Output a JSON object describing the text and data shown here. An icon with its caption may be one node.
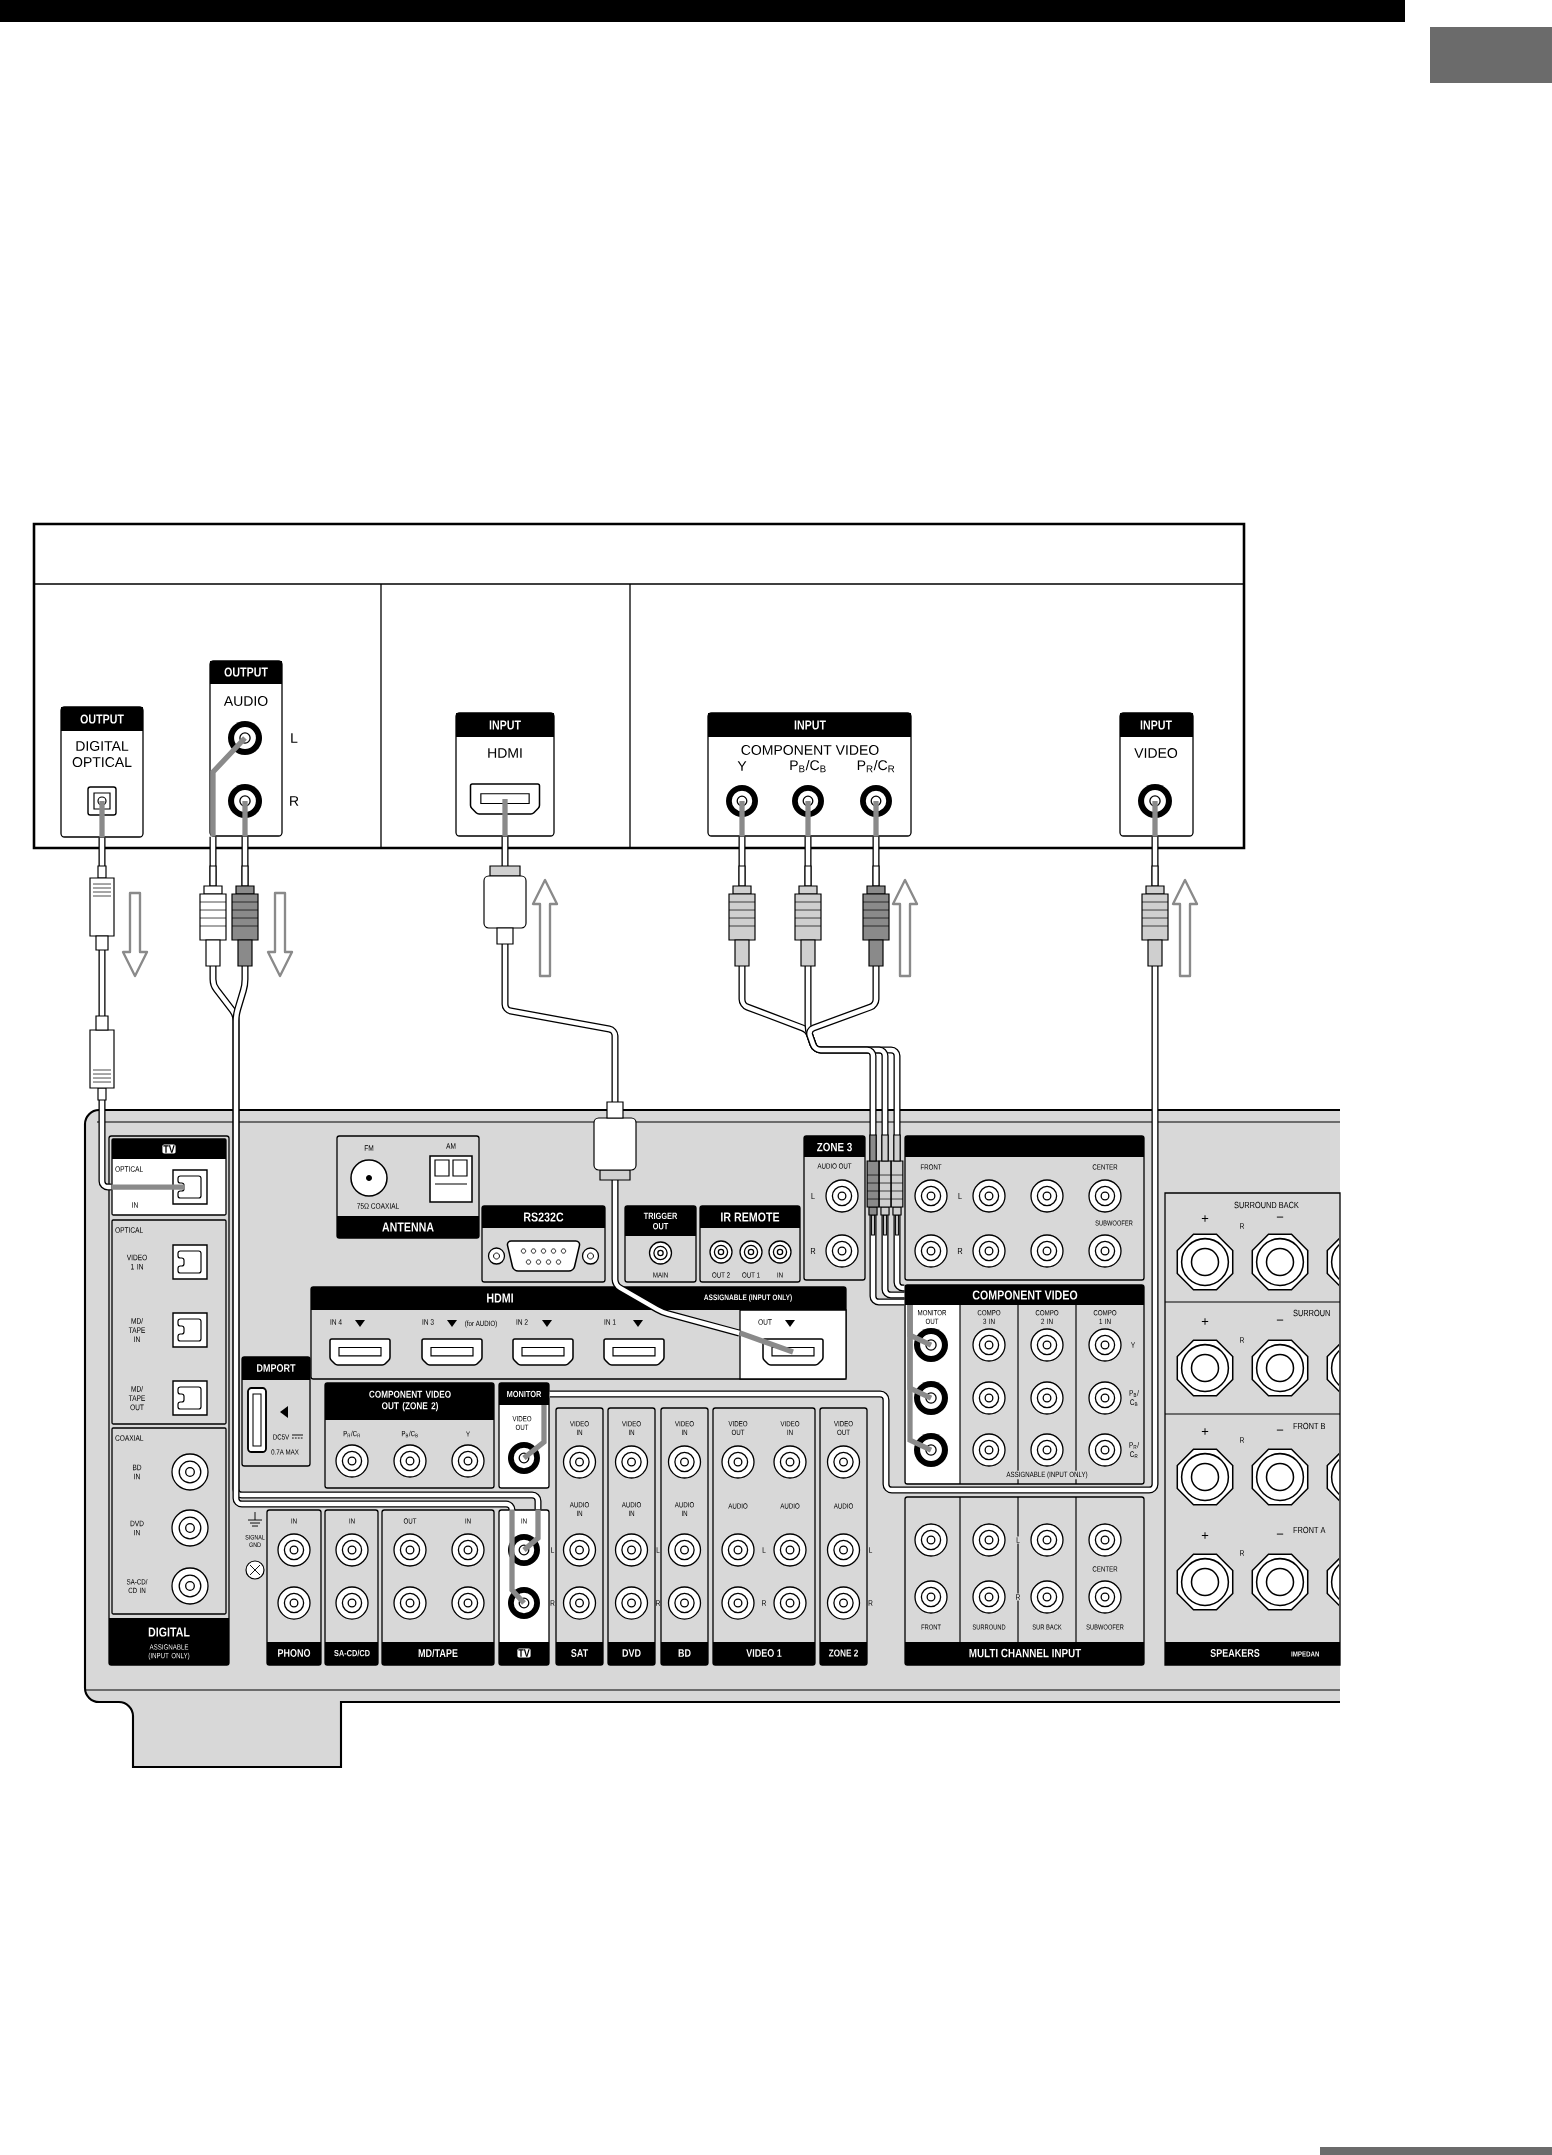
{
  "diagram": {
    "nodes": [
      {
        "text": [
          "OUTPUT",
          "DIGITAL OPTICAL"
        ]
      },
      {
        "text": [
          "OUTPUT",
          "AUDIO"
        ],
        "beside": [
          "L",
          "R"
        ]
      },
      {
        "text": [
          "INPUT",
          "HDMI"
        ]
      },
      {
        "text": [
          "INPUT",
          "COMPONENT VIDEO",
          "Y",
          "P$_{B}$/C$_{B}$",
          "P$_{R}$/C$_{R}$"
        ]
      },
      {
        "text": [
          "INPUT",
          "VIDEO"
        ]
      },
      {
        "text": [
          "DIGITAL",
          "ASSIGNABLE (INPUT ONLY)"
        ]
      },
      {
        "text": [
          "TV",
          "OPTICAL",
          "IN"
        ],
        "in": 5
      },
      {
        "text": [
          "OPTICAL",
          "VIDEO 1 IN",
          "MD/ TAPE IN",
          "MD/ TAPE OUT"
        ],
        "in": 5
      },
      {
        "text": [
          "COAXIAL",
          "BD IN",
          "DVD IN",
          "SA-CD/ CD IN"
        ],
        "in": 5
      },
      {
        "text": [
          "FM",
          "AM",
          "75Ω COAXIAL",
          "ANTENNA"
        ]
      },
      {
        "text": [
          "RS232C"
        ]
      },
      {
        "text": [
          "TRIGGER OUT",
          "MAIN"
        ]
      },
      {
        "text": [
          "IR REMOTE",
          "OUT 2",
          "OUT 1",
          "IN"
        ]
      },
      {
        "text": [
          "ZONE 3",
          "AUDIO OUT",
          "L",
          "R"
        ]
      },
      {
        "text": [
          "FRONT",
          "CENTER",
          "L",
          "SUBWOOFER",
          "R"
        ]
      },
      {
        "text": [
          "HDMI",
          "ASSIGNABLE (INPUT ONLY)",
          "IN 4",
          "IN 3",
          "(for AUDIO)",
          "IN 2",
          "IN 1"
        ]
      },
      {
        "text": [
          "OUT"
        ],
        "in": 15
      },
      {
        "text": [
          "COMPONENT VIDEO",
          "MONITOR OUT",
          "COMPO 3 IN",
          "COMPO 2 IN",
          "COMPO 1 IN",
          "Y",
          "P$_{B}$/ C$_{B}$",
          "P$_{R}$/ C$_{R}$",
          "ASSIGNABLE (INPUT ONLY)"
        ]
      },
      {
        "text": [
          "DMPORT",
          "DC5V",
          "0.7A MAX"
        ]
      },
      {
        "text": [
          "COMPONENT VIDEO OUT (ZONE 2)",
          "P$_{R}$/C$_{R}$",
          "P$_{B}$/C$_{B}$",
          "Y"
        ]
      },
      {
        "text": [
          "MONITOR",
          "VIDEO OUT"
        ]
      },
      {
        "text": [
          "IN",
          "PHONO"
        ]
      },
      {
        "text": [
          "IN",
          "SA-CD/CD"
        ]
      },
      {
        "text": [
          "OUT",
          "IN",
          "MD/TAPE"
        ]
      },
      {
        "text": [
          "IN",
          "TV"
        ],
        "beside": [
          "L",
          "R"
        ]
      },
      {
        "text": [
          "VIDEO IN",
          "AUDIO IN",
          "SAT"
        ]
      },
      {
        "text": [
          "VIDEO IN",
          "AUDIO IN",
          "DVD"
        ],
        "beside": [
          "L",
          "R"
        ]
      },
      {
        "text": [
          "VIDEO IN",
          "AUDIO IN",
          "BD"
        ]
      },
      {
        "text": [
          "VIDEO OUT",
          "VIDEO IN",
          "AUDIO",
          "AUDIO",
          "L",
          "R",
          "VIDEO 1"
        ]
      },
      {
        "text": [
          "VIDEO OUT",
          "AUDIO",
          "ZONE 2"
        ],
        "beside": [
          "L",
          "R"
        ]
      },
      {
        "text": [
          "L",
          "CENTER",
          "R",
          "FRONT",
          "SURROUND",
          "SUR BACK",
          "SUBWOOFER",
          "MULTI CHANNEL INPUT"
        ]
      },
      {
        "text": [
          "SURROUND BACK",
          "+",
          "R",
          "−",
          "SURROUN",
          "+",
          "R",
          "−",
          "FRONT B",
          "+",
          "R",
          "−",
          "FRONT A",
          "+",
          "R",
          "−",
          "SPEAKERS",
          "IMPEDAN"
        ]
      }
    ],
    "edges": [
      {
        "from": 0,
        "to": 6,
        "arrow": "none"
      },
      {
        "from": 1,
        "to": 24,
        "arrow": "none"
      },
      {
        "from": 1,
        "to": 24,
        "arrow": "none"
      },
      {
        "from": 16,
        "to": 2,
        "arrow": "none"
      },
      {
        "from": 17,
        "to": 3,
        "arrow": "none"
      },
      {
        "from": 17,
        "to": 3,
        "arrow": "none"
      },
      {
        "from": 17,
        "to": 3,
        "arrow": "none"
      },
      {
        "from": 20,
        "to": 4,
        "arrow": "none"
      }
    ],
    "labels": [
      "SIGNAL GND"
    ]
  }
}
